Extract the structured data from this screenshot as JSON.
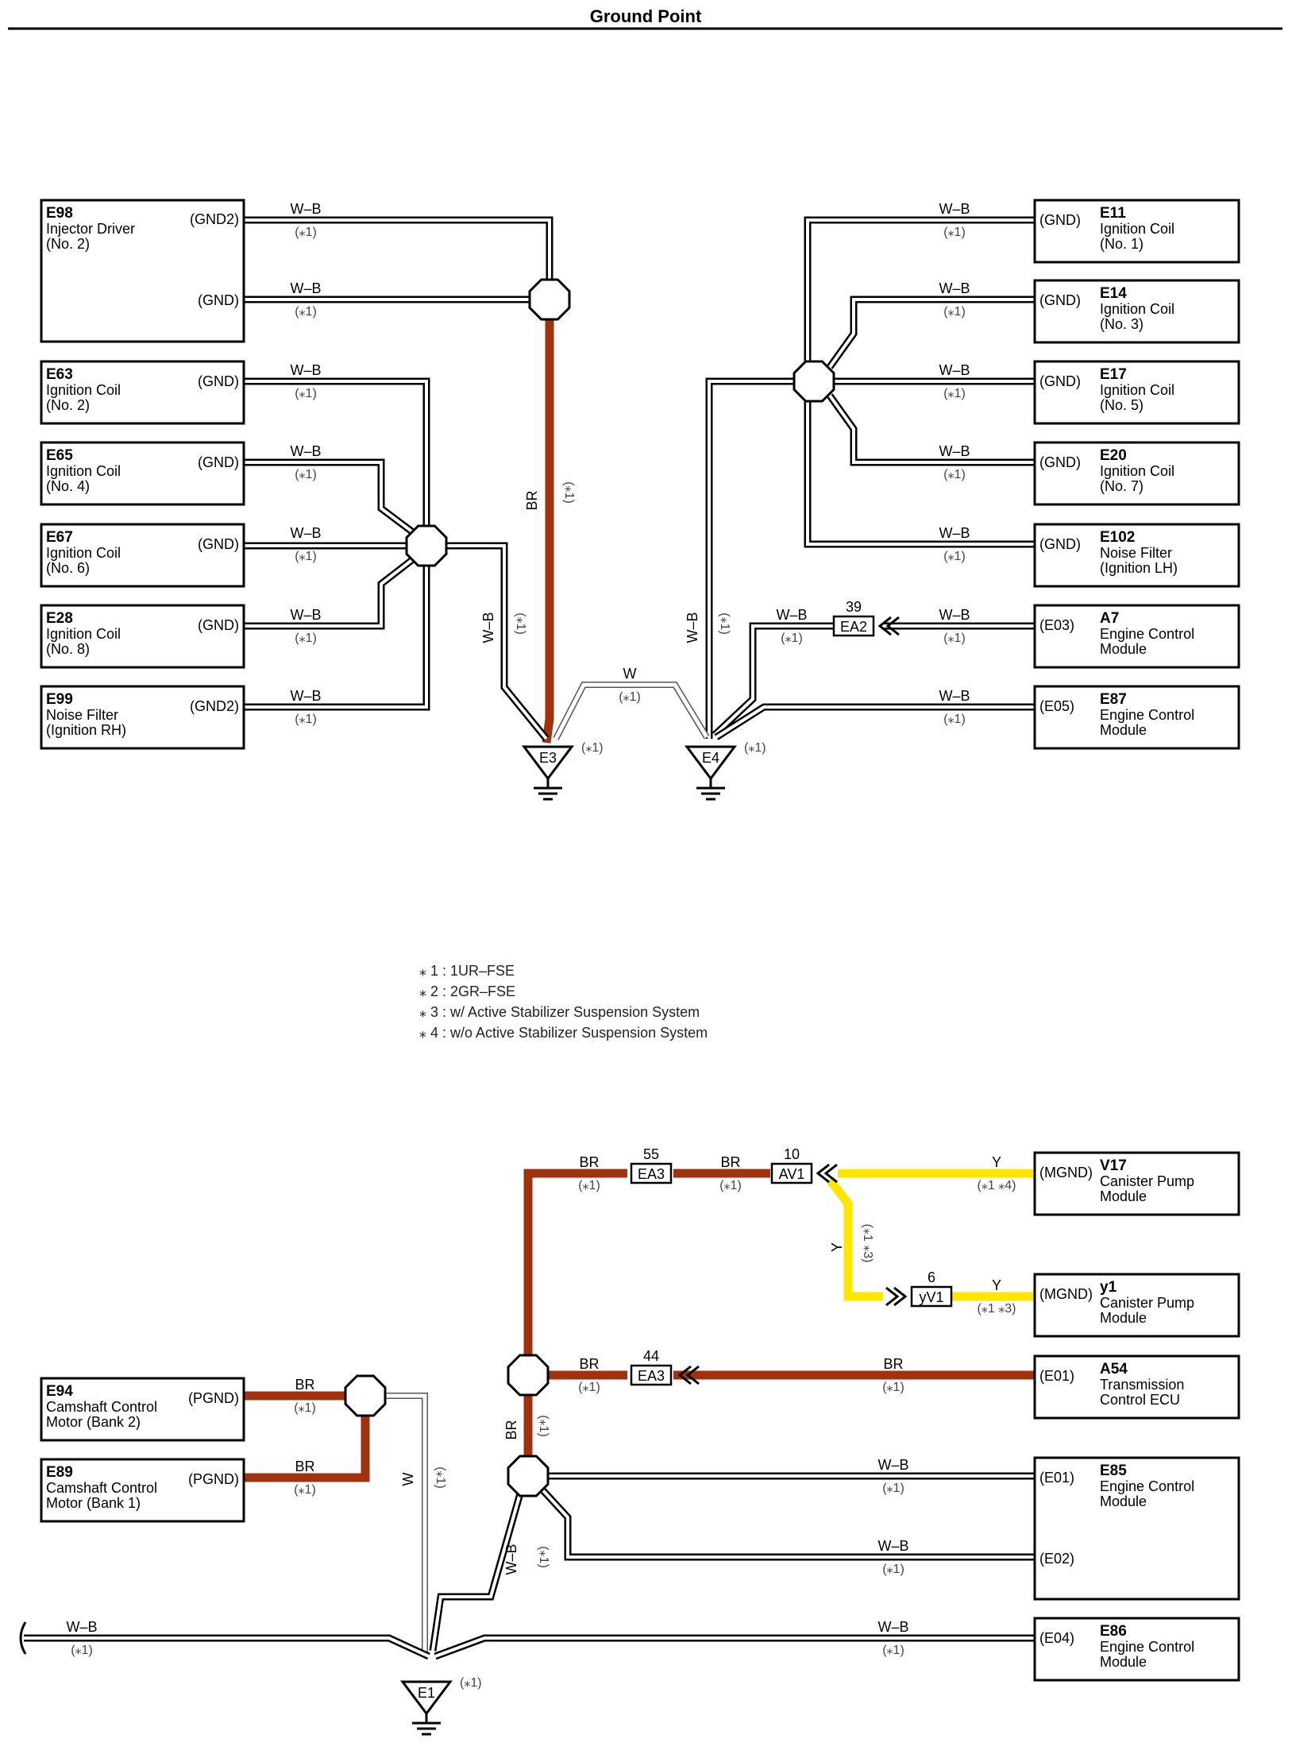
{
  "title": "Ground Point",
  "colors": {
    "brown": "#a0320f",
    "yellow": "#ffe600",
    "black": "#000000"
  },
  "legend": [
    "⁎ 1 : 1UR–FSE",
    "⁎ 2 : 2GR–FSE",
    "⁎ 3 : w/ Active Stabilizer Suspension System",
    "⁎ 4 : w/o Active Stabilizer Suspension System"
  ],
  "components_left_top": [
    {
      "id": "E98",
      "name": [
        "Injector Driver",
        "(No. 2)"
      ],
      "pins": [
        "(GND2)",
        "(GND)"
      ]
    },
    {
      "id": "E63",
      "name": [
        "Ignition Coil",
        "(No. 2)"
      ],
      "pins": [
        "(GND)"
      ]
    },
    {
      "id": "E65",
      "name": [
        "Ignition Coil",
        "(No. 4)"
      ],
      "pins": [
        "(GND)"
      ]
    },
    {
      "id": "E67",
      "name": [
        "Ignition Coil",
        "(No. 6)"
      ],
      "pins": [
        "(GND)"
      ]
    },
    {
      "id": "E28",
      "name": [
        "Ignition Coil",
        "(No. 8)"
      ],
      "pins": [
        "(GND)"
      ]
    },
    {
      "id": "E99",
      "name": [
        "Noise Filter",
        "(Ignition RH)"
      ],
      "pins": [
        "(GND2)"
      ]
    }
  ],
  "components_right_top": [
    {
      "id": "E11",
      "name": [
        "Ignition Coil",
        "(No. 1)"
      ],
      "pins": [
        "(GND)"
      ]
    },
    {
      "id": "E14",
      "name": [
        "Ignition Coil",
        "(No. 3)"
      ],
      "pins": [
        "(GND)"
      ]
    },
    {
      "id": "E17",
      "name": [
        "Ignition Coil",
        "(No. 5)"
      ],
      "pins": [
        "(GND)"
      ]
    },
    {
      "id": "E20",
      "name": [
        "Ignition Coil",
        "(No. 7)"
      ],
      "pins": [
        "(GND)"
      ]
    },
    {
      "id": "E102",
      "name": [
        "Noise Filter",
        "(Ignition LH)"
      ],
      "pins": [
        "(GND)"
      ]
    },
    {
      "id": "A7",
      "name": [
        "Engine Control",
        "Module"
      ],
      "pins": [
        "(E03)"
      ]
    },
    {
      "id": "E87",
      "name": [
        "Engine Control",
        "Module"
      ],
      "pins": [
        "(E05)"
      ]
    }
  ],
  "components_left_bottom": [
    {
      "id": "E94",
      "name": [
        "Camshaft Control",
        "Motor (Bank 2)"
      ],
      "pins": [
        "(PGND)"
      ]
    },
    {
      "id": "E89",
      "name": [
        "Camshaft Control",
        "Motor (Bank 1)"
      ],
      "pins": [
        "(PGND)"
      ]
    }
  ],
  "components_right_bottom": [
    {
      "id": "V17",
      "name": [
        "Canister Pump",
        "Module"
      ],
      "pins": [
        "(MGND)"
      ]
    },
    {
      "id": "y1",
      "name": [
        "Canister Pump",
        "Module"
      ],
      "pins": [
        "(MGND)"
      ]
    },
    {
      "id": "A54",
      "name": [
        "Transmission",
        "Control ECU"
      ],
      "pins": [
        "(E01)"
      ]
    },
    {
      "id": "E85",
      "name": [
        "Engine Control",
        "Module"
      ],
      "pins": [
        "(E01)",
        "(E02)"
      ]
    },
    {
      "id": "E86",
      "name": [
        "Engine Control",
        "Module"
      ],
      "pins": [
        "(E04)"
      ]
    }
  ],
  "grounds": [
    "E3",
    "E4",
    "E1"
  ],
  "connectors": [
    {
      "id": "EA2",
      "pin": "39"
    },
    {
      "id": "EA3",
      "pin": "55"
    },
    {
      "id": "AV1",
      "pin": "10"
    },
    {
      "id": "yV1",
      "pin": "6"
    },
    {
      "id": "EA3",
      "pin": "44"
    }
  ],
  "wire_colors": {
    "wb": "W–B",
    "br": "BR",
    "w": "W",
    "y": "Y"
  },
  "notes": {
    "n1": "(⁎1)",
    "n14": "(⁎1 ⁎4)",
    "n13": "(⁎1 ⁎3)"
  }
}
